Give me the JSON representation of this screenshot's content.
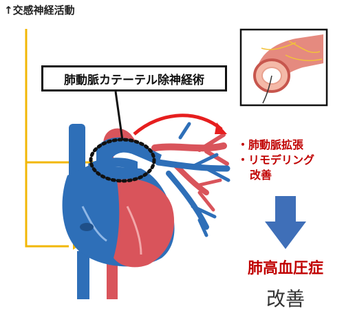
{
  "header": {
    "label": "↑交感神経活動"
  },
  "callout": {
    "label": "肺動脈カテーテル除神経術"
  },
  "effects": {
    "items": [
      "・肺動脈拡張",
      "・リモデリング",
      "改善"
    ]
  },
  "result": {
    "line1": "肺高血圧症",
    "line2": "改善"
  },
  "colors": {
    "artery_red": "#d9545b",
    "vein_blue": "#2e6fb8",
    "nerve_yellow": "#f2b705",
    "highlight_red": "#e61e1e",
    "arrow_blue": "#3f6fb8",
    "text_red": "#c00000"
  }
}
